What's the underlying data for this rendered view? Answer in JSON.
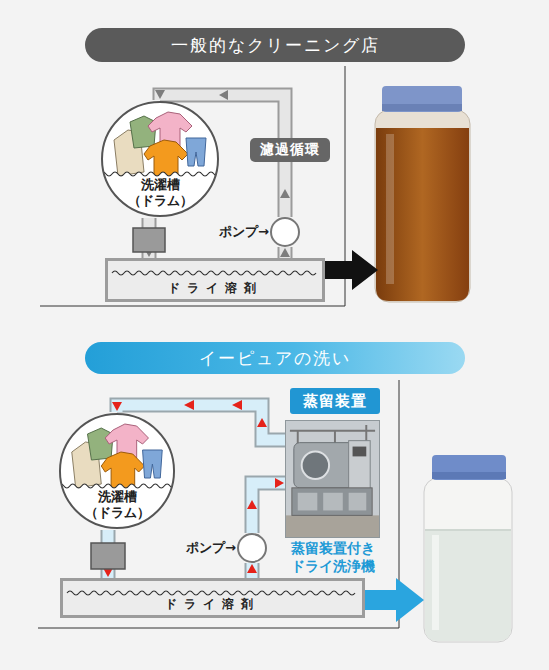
{
  "diagram": {
    "nodes": [
      {
        "text": [
          "一般的なクリーニング店"
        ]
      },
      {
        "text": [
          "洗濯槽 （ドラム）"
        ]
      },
      {
        "text": [
          "ポンプ→"
        ]
      },
      {
        "text": [
          "ドライ溶剤"
        ]
      },
      {
        "text": [
          "イーピュアの洗い"
        ]
      },
      {
        "text": [
          "蒸留装置"
        ]
      },
      {
        "text": [
          "洗濯槽 （ドラム）"
        ]
      },
      {
        "text": [
          "蒸留装置付き ドライ洗浄機"
        ]
      },
      {
        "text": [
          "ポンプ→"
        ]
      },
      {
        "text": [
          "ドライ溶剤"
        ]
      }
    ],
    "edges": [
      {
        "from": 1,
        "to": 3,
        "arrow": "to"
      },
      {
        "from": 3,
        "to": 2,
        "arrow": "to"
      },
      {
        "from": 2,
        "to": 1,
        "label": "濾過循環",
        "arrow": "to"
      },
      {
        "from": 6,
        "to": 9,
        "arrow": "to"
      },
      {
        "from": 9,
        "to": 8,
        "arrow": "to"
      },
      {
        "from": 8,
        "to": 7,
        "arrow": "to"
      },
      {
        "from": 7,
        "to": 6,
        "arrow": "to"
      }
    ]
  }
}
